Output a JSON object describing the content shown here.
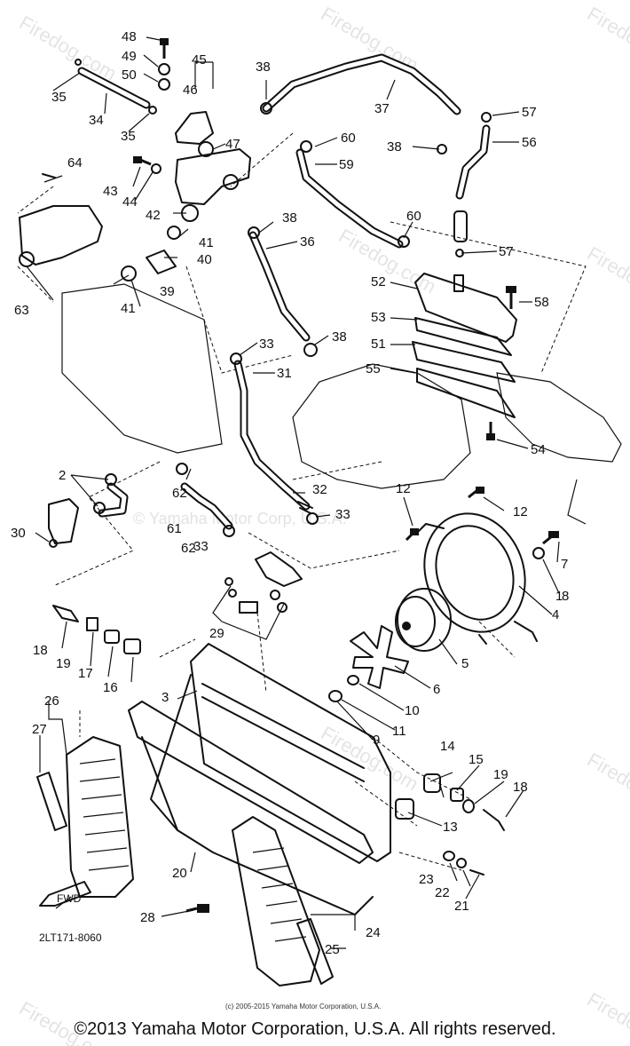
{
  "diagram_code": "2LT171-8060",
  "copyright_small": "(c) 2005-2015 Yamaha Motor Corporation, U.S.A.",
  "copyright_footer": "©2013 Yamaha Motor Corporation, U.S.A. All rights reserved.",
  "watermarks": {
    "site": "Firedog.com",
    "center": "© Yamaha Motor Corp, U.S.A."
  },
  "fwd_label": "FWD",
  "callouts": [
    "1",
    "2",
    "3",
    "4",
    "5",
    "6",
    "7",
    "8",
    "9",
    "10",
    "11",
    "12",
    "12",
    "13",
    "14",
    "15",
    "16",
    "17",
    "18",
    "18",
    "19",
    "19",
    "20",
    "21",
    "22",
    "23",
    "24",
    "25",
    "26",
    "27",
    "28",
    "29",
    "30",
    "31",
    "32",
    "33",
    "33",
    "33",
    "34",
    "35",
    "35",
    "36",
    "37",
    "38",
    "38",
    "38",
    "38",
    "39",
    "40",
    "41",
    "41",
    "42",
    "43",
    "44",
    "45",
    "46",
    "47",
    "48",
    "49",
    "50",
    "51",
    "52",
    "53",
    "54",
    "55",
    "56",
    "57",
    "57",
    "58",
    "59",
    "60",
    "60",
    "61",
    "62",
    "62",
    "63",
    "64"
  ]
}
